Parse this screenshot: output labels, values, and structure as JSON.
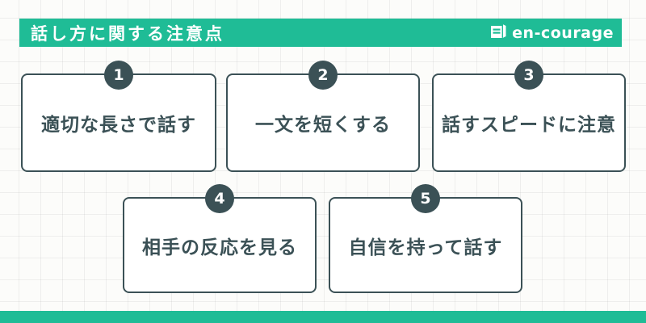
{
  "header": {
    "title": "話し方に関する注意点",
    "logo_text": "en-courage"
  },
  "cards": [
    {
      "number": "1",
      "label": "適切な長さで話す"
    },
    {
      "number": "2",
      "label": "一文を短くする"
    },
    {
      "number": "3",
      "label": "話すスピードに注意"
    },
    {
      "number": "4",
      "label": "相手の反応を見る"
    },
    {
      "number": "5",
      "label": "自信を持って話す"
    }
  ],
  "colors": {
    "accent_teal": "#1fbc96",
    "dark_slate": "#3b5156",
    "background": "#fcfcfa"
  }
}
